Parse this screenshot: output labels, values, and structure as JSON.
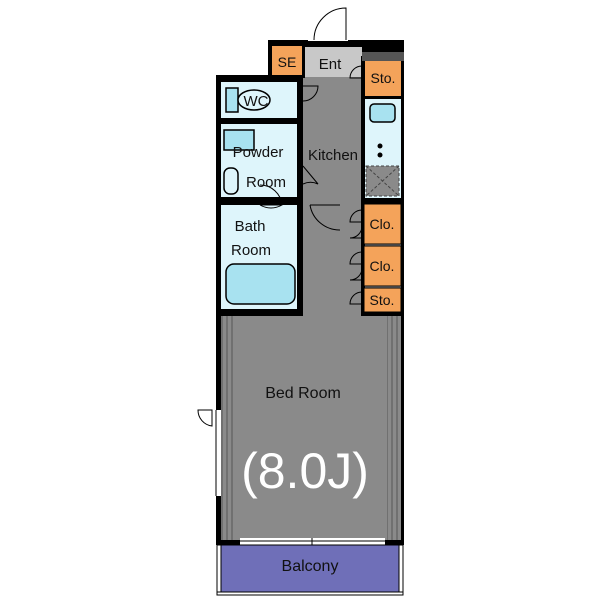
{
  "rooms": {
    "se": "SE",
    "entrance": "Ent",
    "storage_top": "Sto.",
    "wc": "WC",
    "kitchen": "Kitchen",
    "powder_line1": "Powder",
    "powder_line2": "Room",
    "bath_line1": "Bath",
    "bath_line2": "Room",
    "closet_1": "Clo.",
    "closet_2": "Clo.",
    "storage_bottom": "Sto.",
    "bedroom": "Bed Room",
    "bedroom_size": "(8.0J)",
    "balcony": "Balcony"
  },
  "colors": {
    "wall": "#000000",
    "floor_dark": "#8a8a8a",
    "floor_light": "#c8c8c8",
    "wet_area": "#def5fb",
    "fixture": "#a8e2f0",
    "storage": "#f4a35a",
    "balcony": "#6f6fb8"
  }
}
